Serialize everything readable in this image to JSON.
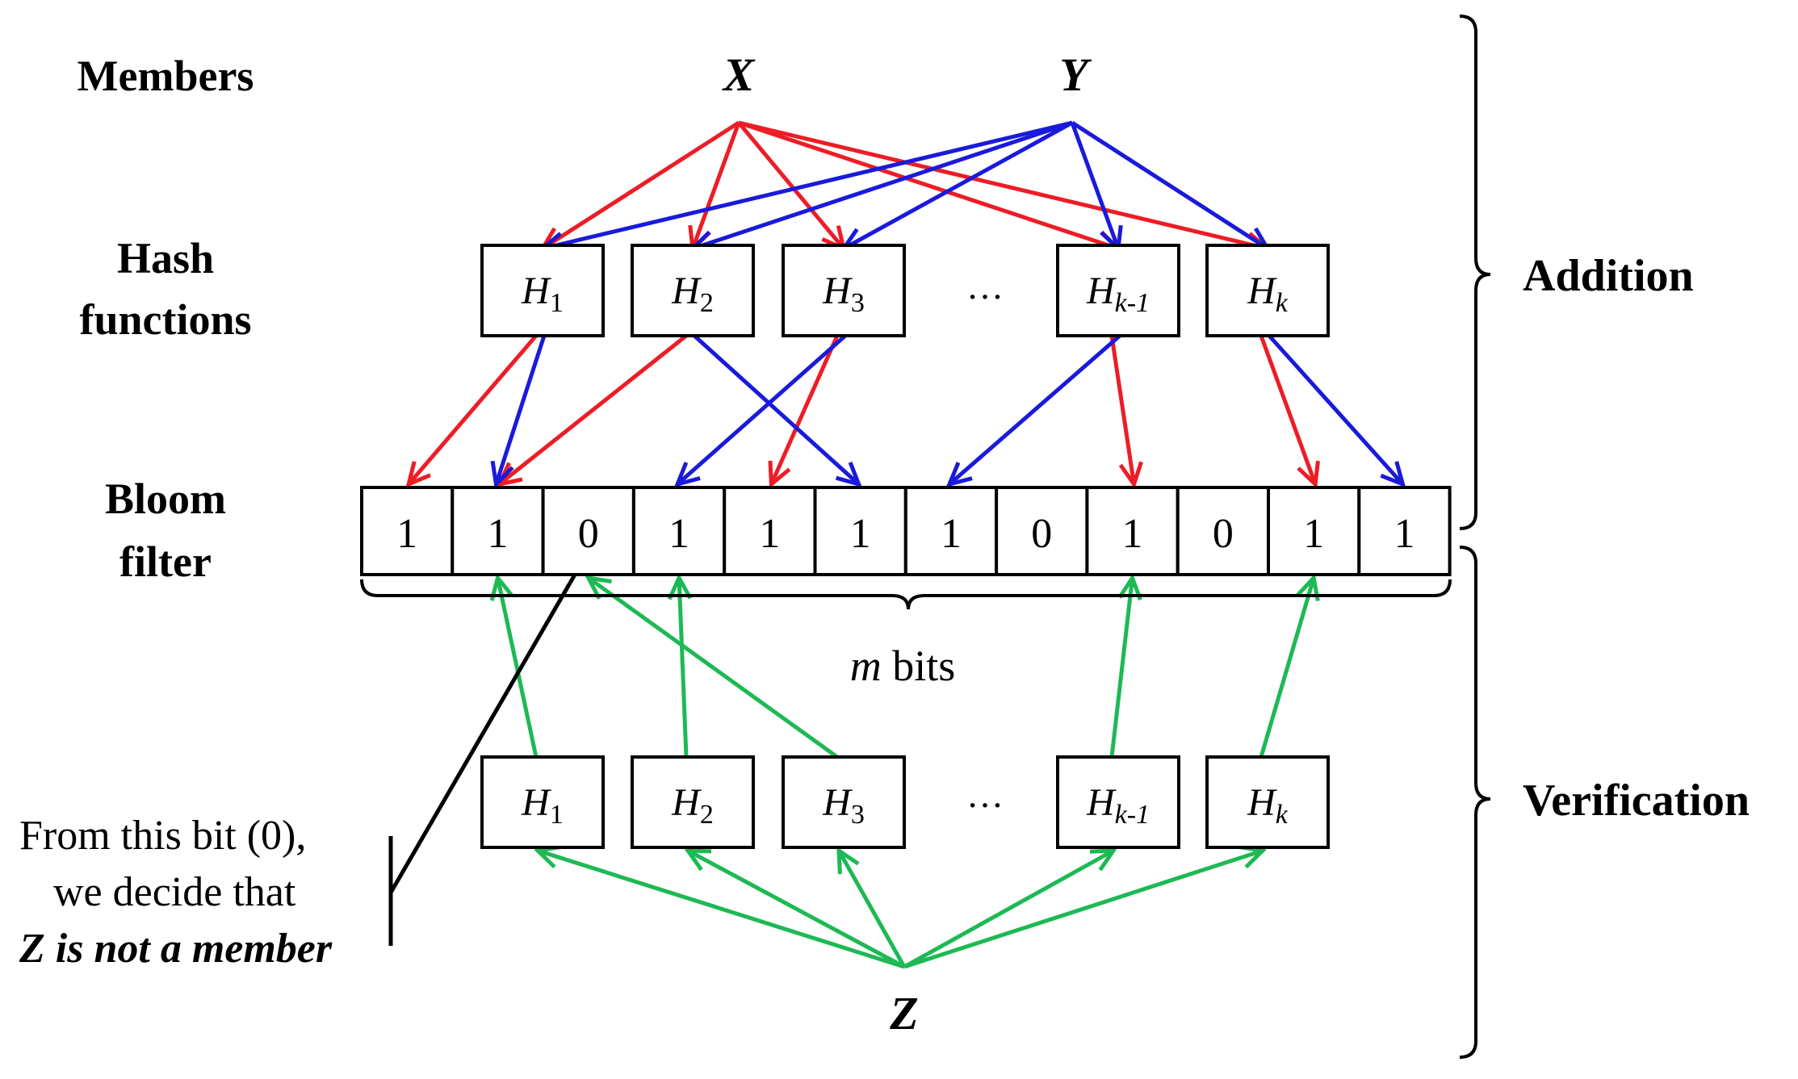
{
  "row_labels": {
    "members": "Members",
    "hash_line1": "Hash",
    "hash_line2": "functions",
    "bloom_line1": "Bloom",
    "bloom_line2": "filter"
  },
  "members": {
    "x": "X",
    "y": "Y",
    "z": "Z"
  },
  "hash_functions": [
    {
      "base": "H",
      "sub": "1"
    },
    {
      "base": "H",
      "sub": "2"
    },
    {
      "base": "H",
      "sub": "3"
    },
    {
      "base": "H",
      "sub": "k-1"
    },
    {
      "base": "H",
      "sub": "k"
    }
  ],
  "ellipsis": "…",
  "bloom_bits": [
    "1",
    "1",
    "0",
    "1",
    "1",
    "1",
    "1",
    "0",
    "1",
    "0",
    "1",
    "1"
  ],
  "bits_label": {
    "var": "m",
    "text": " bits"
  },
  "phases": {
    "addition": "Addition",
    "verification": "Verification"
  },
  "note": {
    "line1": "From this bit (0),",
    "line2": "we decide that",
    "line3": "Z is not a member"
  },
  "colors": {
    "x": "#ee1c25",
    "y": "#1a1adb",
    "z": "#1db954"
  }
}
